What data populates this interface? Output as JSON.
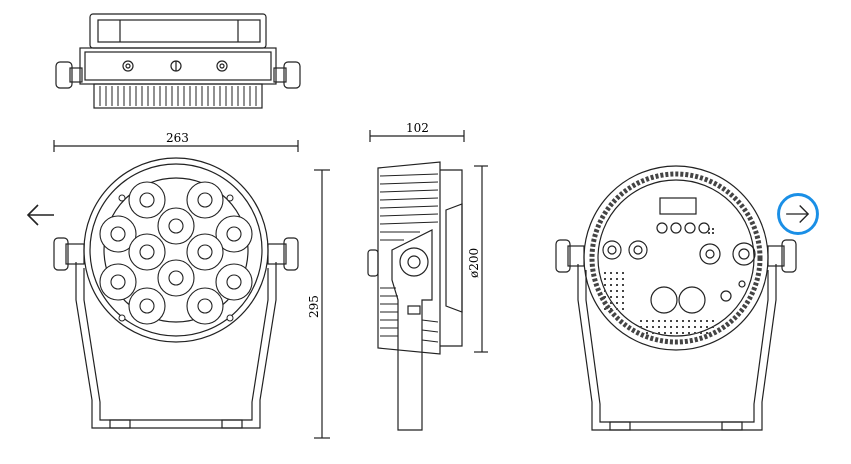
{
  "drawing": {
    "dim_width": "263",
    "dim_height": "295",
    "dim_depth": "102",
    "dim_diameter": "ø200"
  },
  "nav": {
    "prev_icon": "arrow-left-icon",
    "next_icon": "arrow-right-icon",
    "next_highlight_color": "#1a8fe6"
  }
}
